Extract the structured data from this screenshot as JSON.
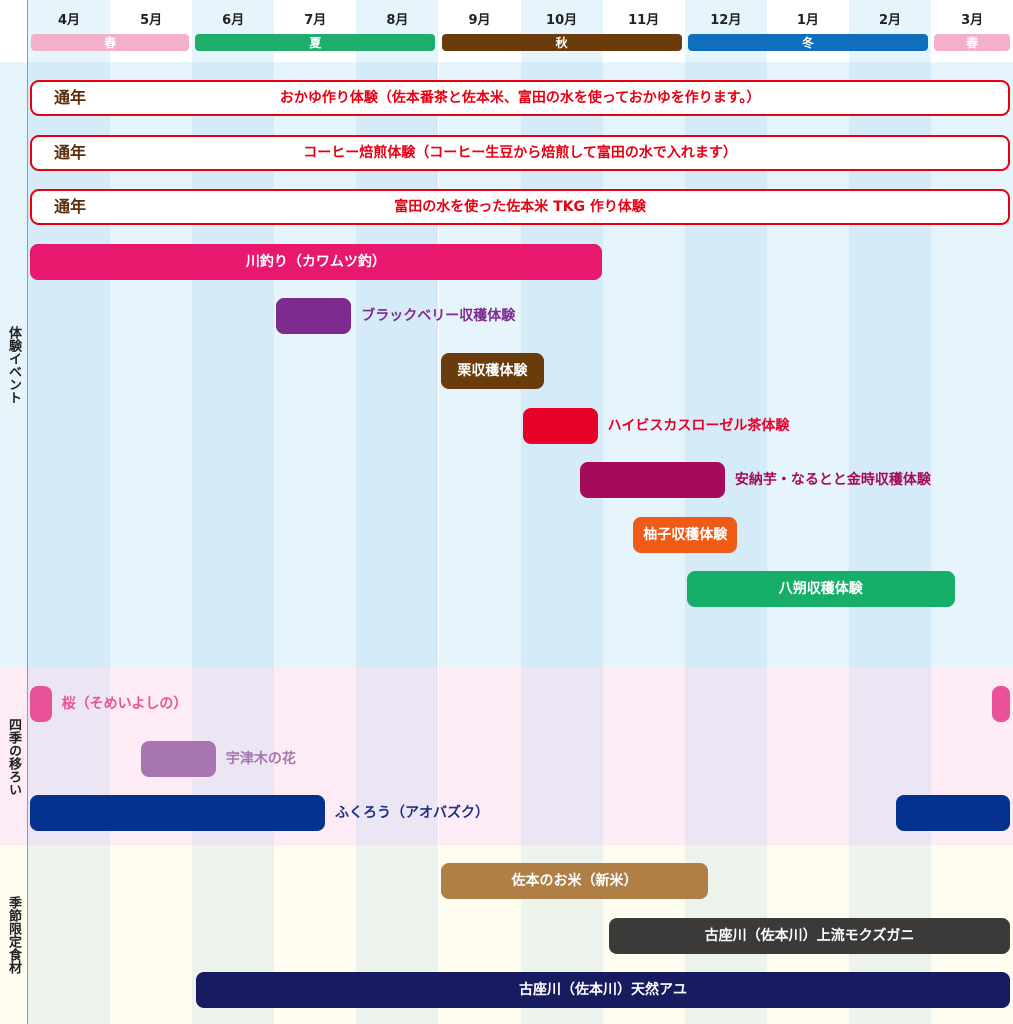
{
  "months": [
    "4月",
    "5月",
    "6月",
    "7月",
    "8月",
    "9月",
    "10月",
    "11月",
    "12月",
    "1月",
    "2月",
    "3月"
  ],
  "seasons": [
    {
      "label": "春",
      "start": 0,
      "end": 2,
      "color": "#f4afcb"
    },
    {
      "label": "夏",
      "start": 2,
      "end": 5,
      "color": "#1fae6b"
    },
    {
      "label": "秋",
      "start": 5,
      "end": 8,
      "color": "#6a3b0b"
    },
    {
      "label": "冬",
      "start": 8,
      "end": 11,
      "color": "#0f6fbc"
    },
    {
      "label": "春",
      "start": 11,
      "end": 12,
      "color": "#f4afcb"
    }
  ],
  "sections": [
    {
      "label": "体験イベント",
      "bg": [
        "#d6ebf8",
        "#e6f4fc"
      ],
      "rows": [
        {
          "type": "year",
          "tag": "通年",
          "title": "おかゆ作り体験（佐本番茶と佐本米、富田の水を使っておかゆを作ります。）"
        },
        {
          "type": "year",
          "tag": "通年",
          "title": "コーヒー焙煎体験（コーヒー生豆から焙煎して富田の水で入れます）"
        },
        {
          "type": "year",
          "tag": "通年",
          "title": "富田の水を使った佐本米 TKG 作り体験"
        },
        {
          "label": "川釣り（カワムツ釣）",
          "inside": true,
          "color": "#e8186f",
          "segments": [
            [
              0,
              7
            ]
          ]
        },
        {
          "label": "ブラックベリー収穫体験",
          "inside": false,
          "color": "#7d2b8f",
          "segments": [
            [
              3,
              3.95
            ]
          ]
        },
        {
          "label": "栗収穫体験",
          "inside": true,
          "color": "#6a3b0b",
          "segments": [
            [
              5,
              6.3
            ]
          ]
        },
        {
          "label": "ハイビスカスローゼル茶体験",
          "inside": false,
          "color": "#e6002a",
          "segments": [
            [
              6,
              6.95
            ]
          ]
        },
        {
          "label": "安納芋・なるとと金時収穫体験",
          "inside": false,
          "color": "#a50b5a",
          "segments": [
            [
              6.7,
              8.5
            ]
          ]
        },
        {
          "label": "柚子収穫体験",
          "inside": true,
          "color": "#ef5a17",
          "segments": [
            [
              7.35,
              8.65
            ]
          ]
        },
        {
          "label": "八朔収穫体験",
          "inside": true,
          "color": "#17ae69",
          "segments": [
            [
              8,
              11.3
            ]
          ]
        }
      ]
    },
    {
      "label": "四季の移ろい",
      "bg": [
        "#ebe5f4",
        "#fdebf5"
      ],
      "rows": [
        {
          "label": "桜（そめいよしの）",
          "inside": false,
          "color": "#ea5297",
          "segments": [
            [
              0,
              0.3
            ],
            [
              11.72,
              12
            ]
          ]
        },
        {
          "label": "宇津木の花",
          "inside": false,
          "color": "#a776b0",
          "segments": [
            [
              1.35,
              2.3
            ]
          ]
        },
        {
          "label": "ふくろう（アオバズク）",
          "inside": false,
          "color": "#05318f",
          "textColor": "#1d2f86",
          "segments": [
            [
              0,
              3.63
            ],
            [
              10.55,
              12
            ]
          ]
        }
      ]
    },
    {
      "label": "季節限定食材",
      "bg": [
        "#ebf3ec",
        "#fefdf0"
      ],
      "rows": [
        {
          "label": "佐本のお米（新米）",
          "inside": true,
          "color": "#b07f46",
          "segments": [
            [
              5,
              8.3
            ]
          ]
        },
        {
          "label": "古座川（佐本川）上流モクズガニ",
          "inside": true,
          "color": "#3a3a38",
          "segments": [
            [
              7.05,
              12
            ]
          ]
        },
        {
          "label": "古座川（佐本川）天然アユ",
          "inside": true,
          "color": "#181b60",
          "segments": [
            [
              2.02,
              12
            ]
          ]
        }
      ]
    }
  ]
}
